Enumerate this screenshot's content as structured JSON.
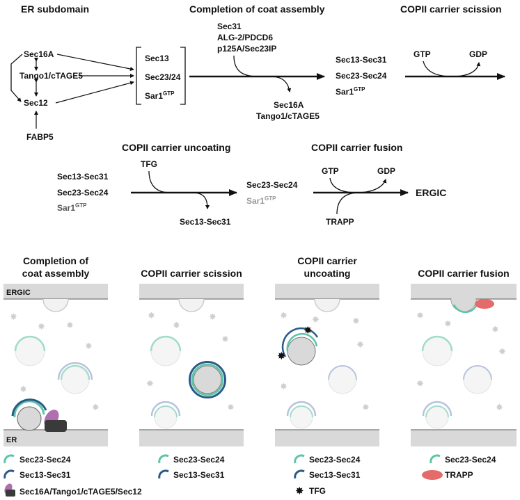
{
  "top": {
    "er_subdomain": {
      "title": "ER subdomain",
      "sec16a": "Sec16A",
      "tango": "Tango1/cTAGE5",
      "sec12": "Sec12",
      "fabp5": "FABP5",
      "bracket": [
        "Sec13",
        "Sec23/24",
        "Sar1"
      ],
      "gtp_sup": "GTP"
    },
    "coat_assembly": {
      "title": "Completion of coat assembly",
      "inputs": [
        "Sec31",
        "ALG-2/PDCD6",
        "p125A/Sec23IP"
      ],
      "outputs": [
        "Sec16A",
        "Tango1/cTAGE5"
      ],
      "products": [
        "Sec13-Sec31",
        "Sec23-Sec24",
        "Sar1"
      ]
    },
    "scission": {
      "title": "COPII carrier scission",
      "in": "GTP",
      "out": "GDP"
    },
    "uncoating": {
      "title": "COPII carrier uncoating",
      "left": [
        "Sec13-Sec31",
        "Sec23-Sec24",
        "Sar1"
      ],
      "tfg": "TFG",
      "released": "Sec13-Sec31",
      "products": [
        "Sec23-Sec24",
        "Sar1"
      ]
    },
    "fusion": {
      "title": "COPII carrier fusion",
      "in": "GTP",
      "out": "GDP",
      "trapp": "TRAPP",
      "target": "ERGIC"
    }
  },
  "panels": {
    "titles": [
      [
        "Completion of",
        "coat assembly"
      ],
      [
        "COPII carrier scission"
      ],
      [
        "COPII carrier",
        "uncoating"
      ],
      [
        "COPII carrier fusion"
      ]
    ],
    "ergic_label": "ERGIC",
    "er_label": "ER"
  },
  "legends": {
    "p1": [
      "Sec23-Sec24",
      "Sec13-Sec31",
      "Sec16A/Tango1/cTAGE5/Sec12"
    ],
    "p2": [
      "Sec23-Sec24",
      "Sec13-Sec31"
    ],
    "p3": [
      "Sec23-Sec24",
      "Sec13-Sec31",
      "TFG"
    ],
    "p4": [
      "Sec23-Sec24",
      "TRAPP"
    ]
  },
  "colors": {
    "sec23_24": "#5cc4a8",
    "sec13_31": "#2b5a86",
    "membrane": "#d9d9d9",
    "trapp": "#e56b6b",
    "sec16_purple": "#b06fb0",
    "sec16_dark": "#3a3a3a"
  }
}
